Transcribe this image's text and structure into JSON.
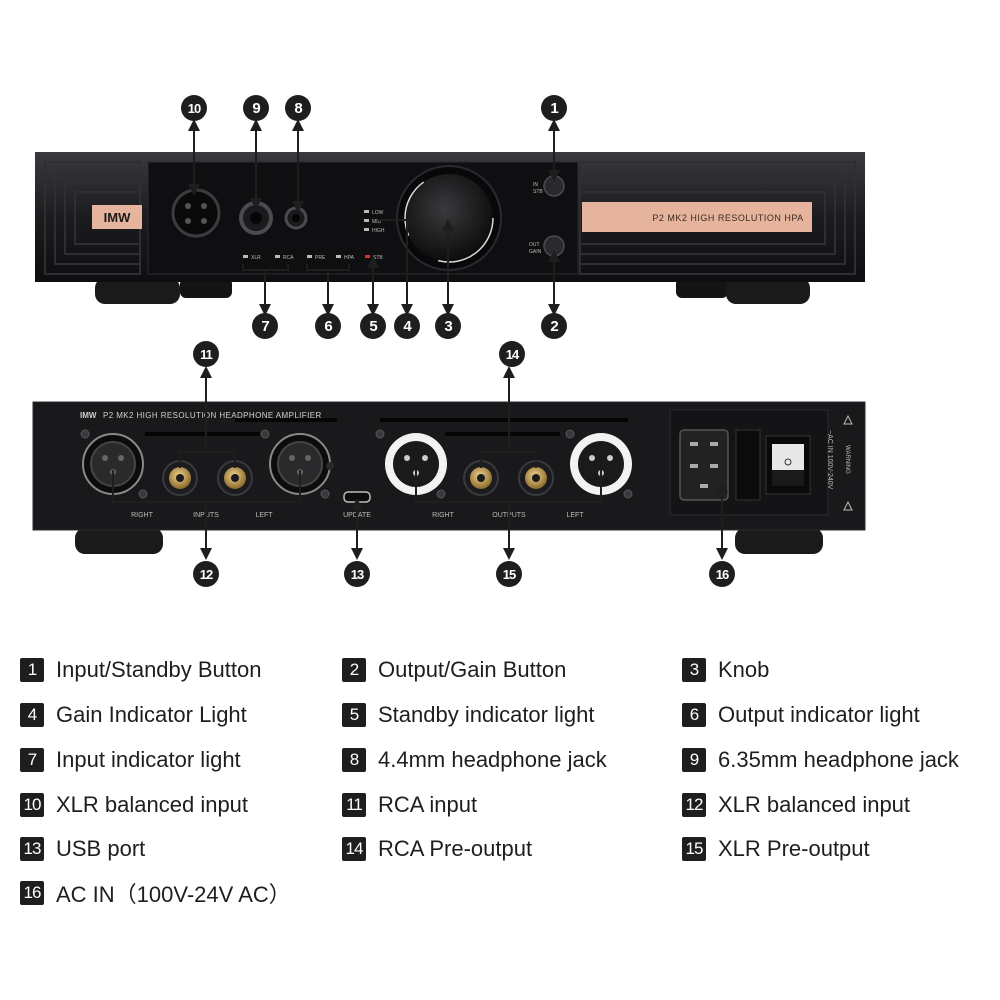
{
  "callout_numbers": [
    "1",
    "2",
    "3",
    "4",
    "5",
    "6",
    "7",
    "8",
    "9",
    "10",
    "11",
    "12",
    "13",
    "14",
    "15",
    "16"
  ],
  "front_panel": {
    "brand_logo": "IMW",
    "model_plate": "P2 MK2 HIGH RESOLUTION HPA",
    "gain_labels": [
      "LOW",
      "MID",
      "HIGH"
    ],
    "input_labels": [
      "XLR",
      "RCA"
    ],
    "output_labels": [
      "PRE",
      "HPA"
    ],
    "standby_label": "STB",
    "input_button_labels": [
      "IN",
      "STB"
    ],
    "output_button_labels": [
      "OUT",
      "GAIN"
    ]
  },
  "rear_panel": {
    "brand_logo": "IMW",
    "model_text": "P2 MK2 HIGH RESOLUTION HEADPHONE AMPLIFIER",
    "inputs_labels": [
      "RIGHT",
      "INPUTS",
      "LEFT"
    ],
    "outputs_labels": [
      "RIGHT",
      "OUTPUTS",
      "LEFT"
    ],
    "update_label": "UPDATE",
    "ac_label": "~AC IN 100V-240V",
    "warning_label": "WARNING"
  },
  "legend": [
    {
      "num": "1",
      "label": "Input/Standby Button"
    },
    {
      "num": "2",
      "label": "Output/Gain Button"
    },
    {
      "num": "3",
      "label": "Knob"
    },
    {
      "num": "4",
      "label": "Gain Indicator Light"
    },
    {
      "num": "5",
      "label": "Standby indicator light"
    },
    {
      "num": "6",
      "label": "Output indicator light"
    },
    {
      "num": "7",
      "label": "Input indicator light"
    },
    {
      "num": "8",
      "label": "4.4mm headphone jack"
    },
    {
      "num": "9",
      "label": "6.35mm headphone jack"
    },
    {
      "num": "10",
      "label": "XLR balanced input"
    },
    {
      "num": "11",
      "label": "RCA input"
    },
    {
      "num": "12",
      "label": "XLR balanced input"
    },
    {
      "num": "13",
      "label": "USB port"
    },
    {
      "num": "14",
      "label": "RCA Pre-output"
    },
    {
      "num": "15",
      "label": "XLR Pre-output"
    },
    {
      "num": "16",
      "label": "AC IN（100V-24V AC）"
    }
  ],
  "colors": {
    "chassis": "#1a1a1c",
    "panel": "#101012",
    "copper": "#e6b49c",
    "callout": "#1e1e1e",
    "led_red": "#d9302c"
  }
}
